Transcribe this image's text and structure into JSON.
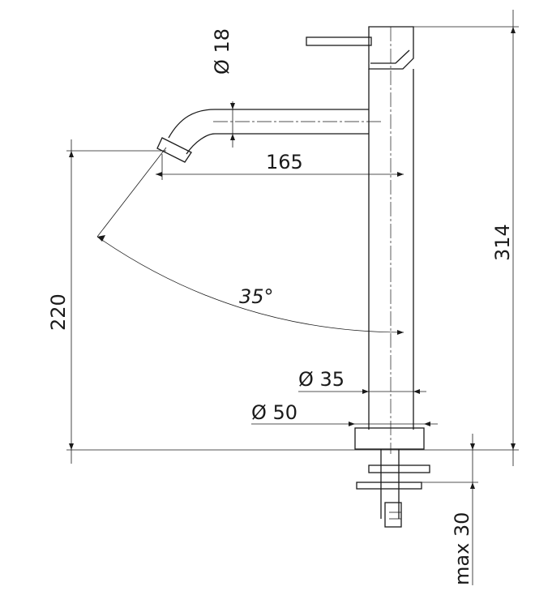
{
  "drawing": {
    "dimensions": {
      "spout_diameter": "Ø 18",
      "reach": "165",
      "angle": "35°",
      "total_height": "314",
      "spout_height": "220",
      "body_diameter": "Ø 35",
      "base_diameter": "Ø 50",
      "max_thickness": "max 30"
    },
    "colors": {
      "line": "#1a1a1a",
      "background": "#ffffff"
    }
  }
}
